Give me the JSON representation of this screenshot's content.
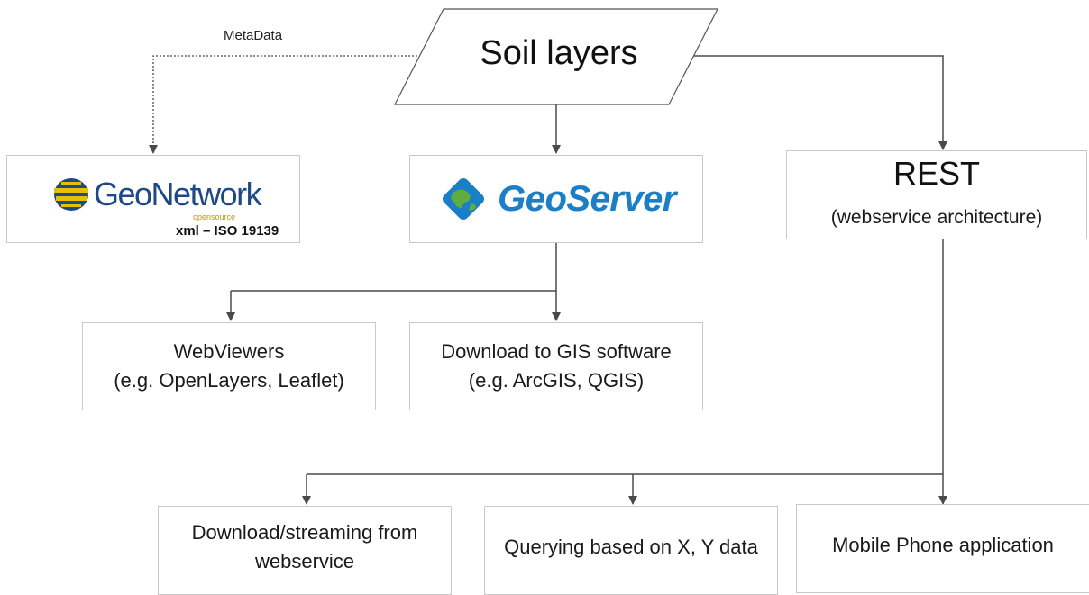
{
  "metadata_label": "MetaData",
  "source": {
    "label": "Soil layers"
  },
  "geonetwork": {
    "logo_text": "GeoNetwork",
    "logo_subtext": "opensource",
    "format_label": "xml – ISO 19139",
    "icon": "geonetwork-globe-icon"
  },
  "geoserver": {
    "logo_text": "GeoServer",
    "icon": "geoserver-globe-icon"
  },
  "rest": {
    "title": "REST",
    "subtitle": "(webservice architecture)"
  },
  "webviewers": {
    "line1": "WebViewers",
    "line2": "(e.g. OpenLayers, Leaflet)"
  },
  "gis_download": {
    "line1": "Download to GIS software",
    "line2": "(e.g. ArcGIS, QGIS)"
  },
  "download_streaming": {
    "line1": "Download/streaming from",
    "line2": "webservice"
  },
  "querying": {
    "line1": "Querying based on X, Y data"
  },
  "mobile": {
    "line1": "Mobile Phone application"
  },
  "colors": {
    "line": "#4a4a4a",
    "box_border": "#c9c9c9",
    "geonetwork_blue": "#1d4a86",
    "geonetwork_yellow": "#e3c100",
    "geoserver_blue": "#1b7fc7",
    "geoserver_green": "#5fae3d"
  }
}
